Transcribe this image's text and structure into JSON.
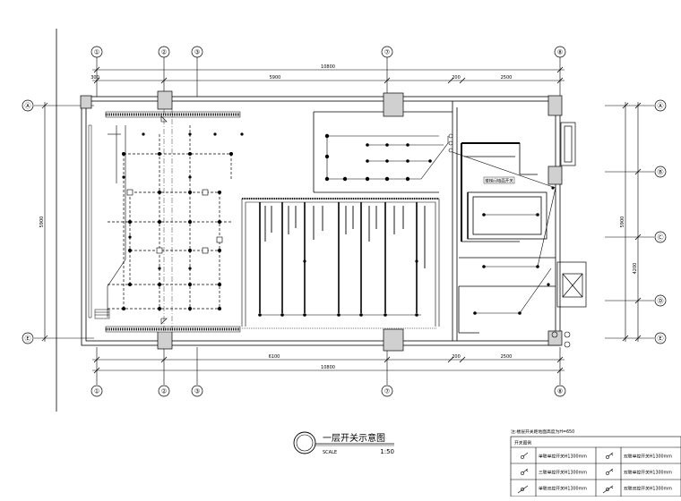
{
  "drawing": {
    "title": "一层开关示意图",
    "scale_label": "SCALE",
    "scale_value": "1:50"
  },
  "axes": {
    "top": [
      "①",
      "②",
      "③",
      "⑦",
      "⑧"
    ],
    "bottom": [
      "①",
      "②",
      "③",
      "⑦",
      "⑧"
    ],
    "left": [
      "Ⓐ",
      "Ⓔ"
    ],
    "right": [
      "Ⓐ",
      "Ⓑ",
      "Ⓒ",
      "Ⓓ",
      "Ⓔ"
    ]
  },
  "dims": {
    "top_total": "10800",
    "top_a": "5900",
    "top_b": "200",
    "top_c": "2500",
    "top_left": "300",
    "bottom_total": "10800",
    "bottom_a": "6100",
    "bottom_b": "200",
    "bottom_c": "2500",
    "left_total": "5900",
    "right_total": "5900",
    "right_b": "4200"
  },
  "room_note": "楼梯间墙面开关",
  "legend": {
    "note": "注:楼层开关距地面高度为H=650",
    "header": "开关图例",
    "rows": [
      {
        "left": "单联单控开关H1300mm",
        "right": "双联单控开关H1300mm"
      },
      {
        "left": "三联单控开关H1300mm",
        "right": "双联单控开关H1300mm"
      },
      {
        "left": "单联双控开关H1300mm",
        "right": "双联双控开关H1300mm"
      }
    ]
  }
}
